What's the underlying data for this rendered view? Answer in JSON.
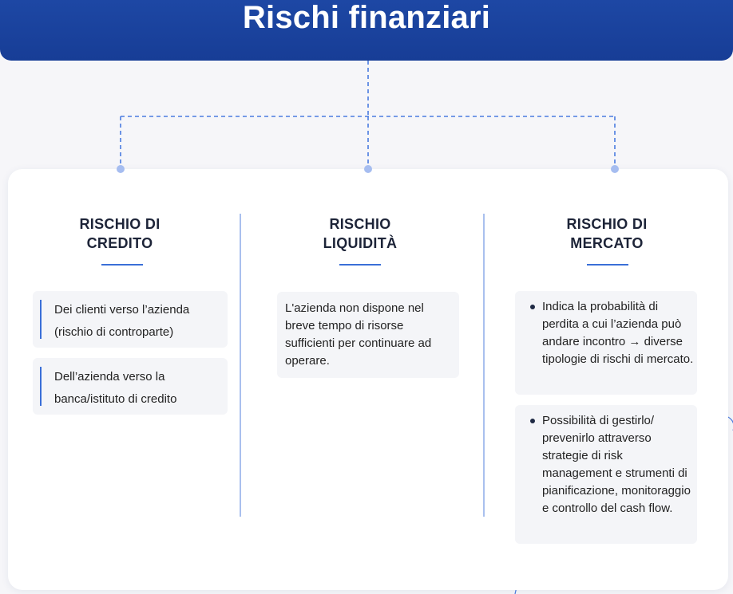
{
  "header": {
    "title": "Rischi finanziari"
  },
  "colors": {
    "header": "#1f4aa8",
    "accent": "#3a6fd8",
    "connector": "#4a7be0",
    "dot": "#a6bdf0"
  },
  "columns": [
    {
      "title": "RISCHIO DI\nCREDITO",
      "items": [
        "Dei clienti verso l’azienda (rischio di controparte)",
        "Dell’azienda verso la banca/istituto di credito"
      ]
    },
    {
      "title": "RISCHIO\nLIQUIDITÀ",
      "items": [
        "L'azienda non dispone nel breve tempo di risorse sufficienti per continuare ad operare."
      ]
    },
    {
      "title": "RISCHIO  DI\nMERCATO",
      "items": [
        "Indica la probabilità di perdita a cui l’azienda può andare incontro → diverse tipologie di rischi di mercato.",
        "Possibilità di gestirlo/ prevenirlo attraverso strategie di risk management e strumenti di pianificazione, monitoraggio e controllo del cash flow."
      ]
    }
  ]
}
